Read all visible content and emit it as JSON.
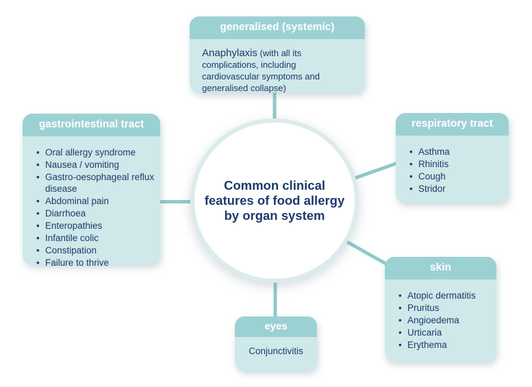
{
  "diagram": {
    "center": {
      "title": "Common clinical features of food allergy by organ system",
      "lines": [
        "Common clinical",
        "features of food allergy",
        "by organ system"
      ]
    },
    "boxes": {
      "generalised": {
        "header": "generalised (systemic)",
        "lead": "Anaphylaxis",
        "detail": "(with all its complications, including cardiovascular symptoms and generalised collapse)"
      },
      "gastrointestinal": {
        "header": "gastrointestinal tract",
        "items": [
          "Oral allergy syndrome",
          "Nausea / vomiting",
          "Gastro-oesophageal reflux disease",
          "Abdominal pain",
          "Diarrhoea",
          "Enteropathies",
          "Infantile colic",
          "Constipation",
          "Failure to thrive"
        ]
      },
      "respiratory": {
        "header": "respiratory tract",
        "items": [
          "Asthma",
          "Rhinitis",
          "Cough",
          "Stridor"
        ]
      },
      "skin": {
        "header": "skin",
        "items": [
          "Atopic dermatitis",
          "Pruritus",
          "Angioedema",
          "Urticaria",
          "Erythema"
        ]
      },
      "eyes": {
        "header": "eyes",
        "body": "Conjunctivitis"
      }
    },
    "colors": {
      "header_teal": "#9cd1d3",
      "panel_teal": "#cfe8e9",
      "connector_teal": "#8ecacb",
      "circle_ring": "#dcebec",
      "text_navy": "#1e3a6b",
      "header_text": "#ffffff",
      "background": "#ffffff"
    }
  }
}
